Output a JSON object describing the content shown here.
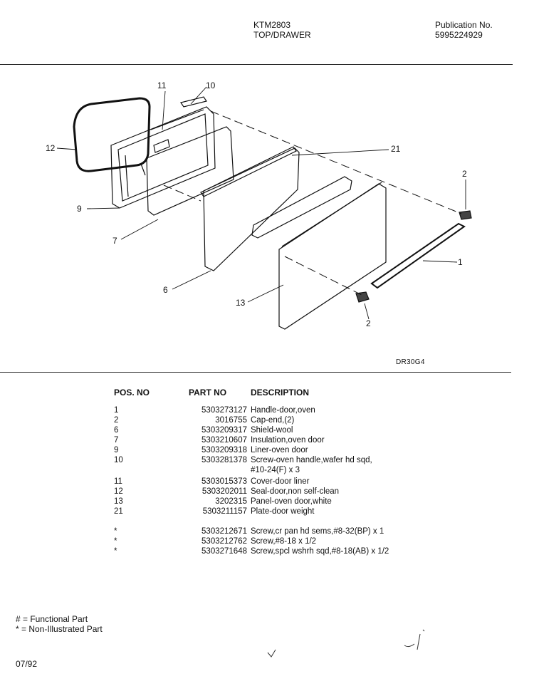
{
  "header": {
    "model": "KTM2803",
    "section": "TOP/DRAWER",
    "publication_label": "Publication No.",
    "publication_number": "5995224929"
  },
  "diagram": {
    "callouts": [
      "11",
      "10",
      "12",
      "21",
      "2",
      "9",
      "7",
      "1",
      "6",
      "13",
      "2"
    ],
    "drawing_code": "DR30G4"
  },
  "parts_table": {
    "headers": {
      "pos": "POS. NO",
      "part": "PART NO",
      "desc": "DESCRIPTION"
    },
    "rows": [
      {
        "pos": "1",
        "part": "5303273127",
        "desc": "Handle-door,oven"
      },
      {
        "pos": "2",
        "part": "3016755",
        "desc": "Cap-end,(2)"
      },
      {
        "pos": "6",
        "part": "5303209317",
        "desc": "Shield-wool"
      },
      {
        "pos": "7",
        "part": "5303210607",
        "desc": "Insulation,oven door"
      },
      {
        "pos": "9",
        "part": "5303209318",
        "desc": "Liner-oven door"
      },
      {
        "pos": "10",
        "part": "5303281378",
        "desc": "Screw-oven handle,wafer hd sqd,"
      },
      {
        "pos": "",
        "part": "",
        "desc": "#10-24(F) x 3"
      },
      {
        "pos": "11",
        "part": "5303015373",
        "desc": "Cover-door liner"
      },
      {
        "pos": "12",
        "part": "5303202011",
        "desc": "Seal-door,non self-clean"
      },
      {
        "pos": "13",
        "part": "3202315",
        "desc": "Panel-oven door,white"
      },
      {
        "pos": "21",
        "part": "5303211157",
        "desc": "Plate-door weight"
      },
      {
        "pos": "*",
        "part": "5303212671",
        "desc": "Screw,cr pan hd sems,#8-32(BP) x 1"
      },
      {
        "pos": "*",
        "part": "5303212762",
        "desc": "Screw,#8-18 x 1/2"
      },
      {
        "pos": "*",
        "part": "5303271648",
        "desc": "Screw,spcl wshrh sqd,#8-18(AB) x 1/2"
      }
    ]
  },
  "legend": {
    "functional": "# = Functional Part",
    "non_illustrated": "* = Non-Illustrated Part"
  },
  "footer": {
    "date": "07/92"
  }
}
